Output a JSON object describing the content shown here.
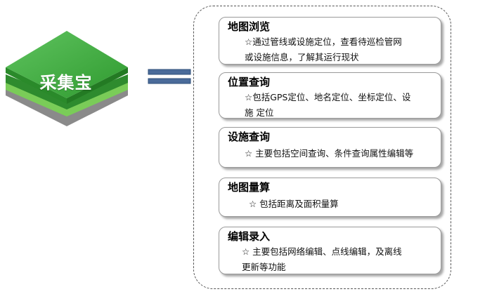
{
  "logo": {
    "label": "采集宝",
    "colors": {
      "top": "#3aa83a",
      "top_light": "#5fc35f",
      "layer2": "#2e8b2e",
      "layer3": "#7acc58",
      "layer4": "#8a8a8a"
    }
  },
  "connector": {
    "icon": "equals-icon",
    "color": "#4a6b9a"
  },
  "features": [
    {
      "title": "地图浏览",
      "desc_line1": "☆通过管线或设施定位，查看待巡检管网",
      "desc_line2": "或设施信息，了解其运行现状"
    },
    {
      "title": "位置查询",
      "desc_line1": "☆包括GPS定位、地名定位、坐标定位、设",
      "desc_line2": "施 定位"
    },
    {
      "title": "设施查询",
      "desc_line1": "☆ 主要包括空间查询、条件查询属性编辑等",
      "desc_line2": ""
    },
    {
      "title": "地图量算",
      "desc_line1": "☆ 包括距离及面积量算",
      "desc_line2": ""
    },
    {
      "title": "编辑录入",
      "desc_line1": "☆ 主要包括网络编辑、点线编辑，及离线",
      "desc_line2": "更新等功能"
    }
  ]
}
